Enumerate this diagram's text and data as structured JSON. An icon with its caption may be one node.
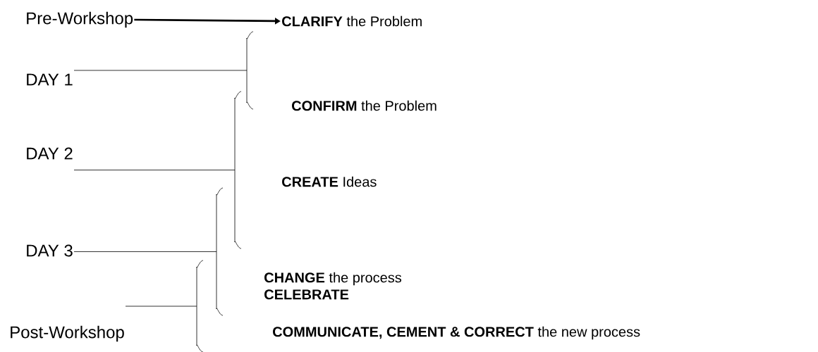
{
  "diagram": {
    "nodes": [
      {
        "text": [
          "Pre-Workshop"
        ]
      },
      {
        "text": [
          "DAY 1"
        ]
      },
      {
        "text": [
          "DAY 2"
        ]
      },
      {
        "text": [
          "DAY 3"
        ]
      },
      {
        "text": [
          "Post-Workshop"
        ]
      },
      {
        "text": [
          "**CLARIFY** the Problem"
        ]
      },
      {
        "text": [
          "**CONFIRM** the Problem"
        ]
      },
      {
        "text": [
          "**CREATE** Ideas"
        ]
      },
      {
        "text": [
          "**CHANGE** the process",
          "**CELEBRATE**"
        ]
      },
      {
        "text": [
          "**COMMUNICATE, CEMENT & CORRECT** the new process"
        ]
      },
      {
        "text": [],
        "shape": "bracket"
      },
      {
        "text": [],
        "shape": "bracket"
      },
      {
        "text": [],
        "shape": "bracket"
      },
      {
        "text": [],
        "shape": "bracket"
      }
    ],
    "edges": [
      {
        "from": 0,
        "to": 5,
        "arrow": "to",
        "style": "thick"
      },
      {
        "from": 1,
        "to": 10,
        "arrow": "none"
      },
      {
        "from": 2,
        "to": 11,
        "arrow": "none"
      },
      {
        "from": 3,
        "to": 12,
        "arrow": "none"
      },
      {
        "from": 4,
        "to": 13,
        "arrow": "none"
      }
    ]
  }
}
